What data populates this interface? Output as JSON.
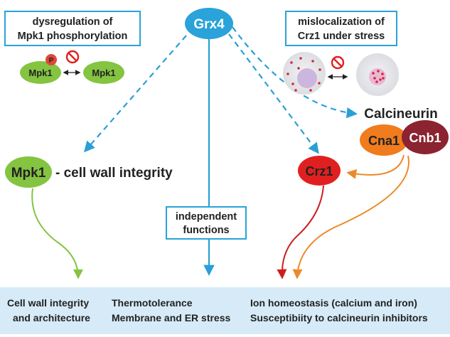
{
  "nodes": {
    "grx4": "Grx4",
    "mpk1_main": "Mpk1",
    "mpk1_desc": "- cell wall integrity",
    "mpk1_small_left": "Mpk1",
    "mpk1_small_right": "Mpk1",
    "phospho": "P",
    "calcineurin": "Calcineurin",
    "cna1": "Cna1",
    "cnb1": "Cnb1",
    "crz1": "Crz1"
  },
  "boxes": {
    "dysregulation": [
      "dysregulation of",
      "Mpk1 phosphorylation"
    ],
    "mislocalization": [
      "mislocalization of",
      "Crz1 under stress"
    ],
    "independent": [
      "independent",
      "functions"
    ]
  },
  "outcomes": {
    "col1": [
      "Cell wall integrity",
      "and architecture"
    ],
    "col2": [
      "Thermotolerance",
      "Membrane and ER stress"
    ],
    "col3": [
      "Ion homeostasis (calcium and iron)",
      "Susceptibiity to calcineurin inhibitors"
    ]
  },
  "colors": {
    "grx4": "#29a3d9",
    "mpk1": "#84c441",
    "crz1": "#e02020",
    "cna1": "#f07c1e",
    "cnb1": "#8b2330",
    "dashed": "#2a9fd6",
    "box_border": "#29a3d9",
    "bottom_band": "#d6ebf7",
    "green_arrow": "#84c441",
    "red_arrow": "#cc1f1f",
    "orange_arrow": "#ec8a2b",
    "forbidden": "#e02020"
  },
  "icons": [
    "forbidden-icon",
    "cell-icon"
  ]
}
